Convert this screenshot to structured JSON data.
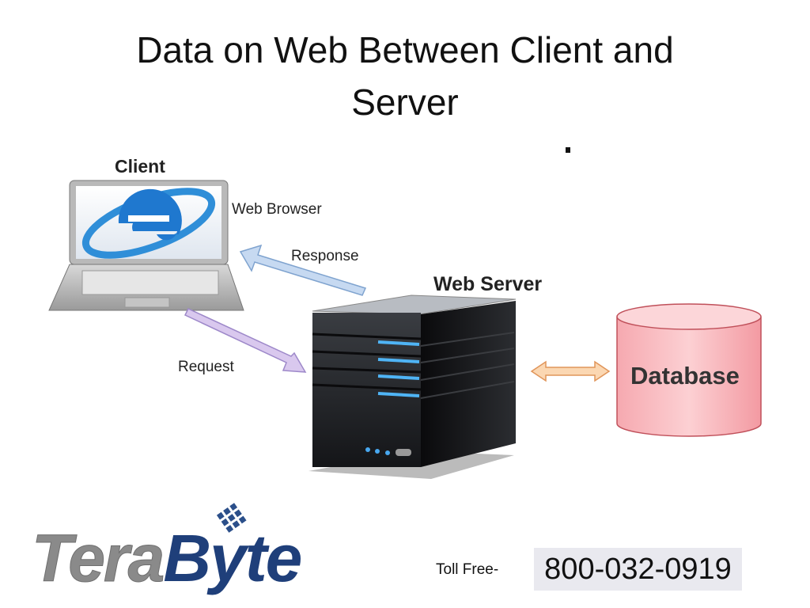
{
  "slide": {
    "title": "Data on Web Between Client and Server",
    "title_line1": "Data on Web Between Client and",
    "title_line2": "Server"
  },
  "diagram": {
    "client_label": "Client",
    "browser_label": "Web Browser",
    "response_label": "Response",
    "request_label": "Request",
    "server_label": "Web Server",
    "database_label": "Database"
  },
  "footer": {
    "logo_part1": "Tera",
    "logo_part2": "Byte",
    "toll_free_label": "Toll Free-",
    "phone": "800-032-0919"
  },
  "colors": {
    "logo_blue": "#1f3f7a",
    "logo_gray": "#8a8a8a",
    "db_fill": "#f7b8bd",
    "arrow_response": "#c6d9f1",
    "arrow_request": "#d9c8ee",
    "arrow_db": "#fbd7b2"
  }
}
